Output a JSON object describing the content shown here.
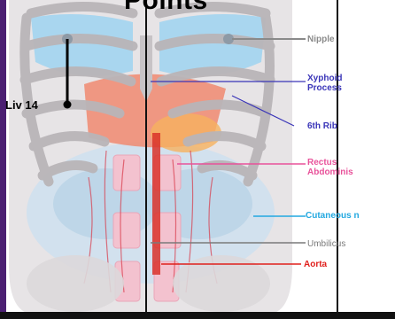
{
  "title": "Points",
  "point": {
    "label": "Liv 14"
  },
  "labels": {
    "nipple": "Nipple",
    "xyphoid": "Xyphoid Process",
    "rib6": "6th Rib",
    "rectus": "Rectus Abdominis",
    "cutaneous": "Cutaneous n",
    "umbilicus": "Umbilicus",
    "aorta": "Aorta"
  },
  "colors": {
    "nipple": "#8a8a8a",
    "xyphoid": "#3a35b8",
    "rib6": "#3a35b8",
    "rectus": "#e8529a",
    "cutaneous": "#22a8e0",
    "umbilicus": "#7a7a7a",
    "aorta": "#e0201c",
    "frame": "#4b1f72"
  }
}
